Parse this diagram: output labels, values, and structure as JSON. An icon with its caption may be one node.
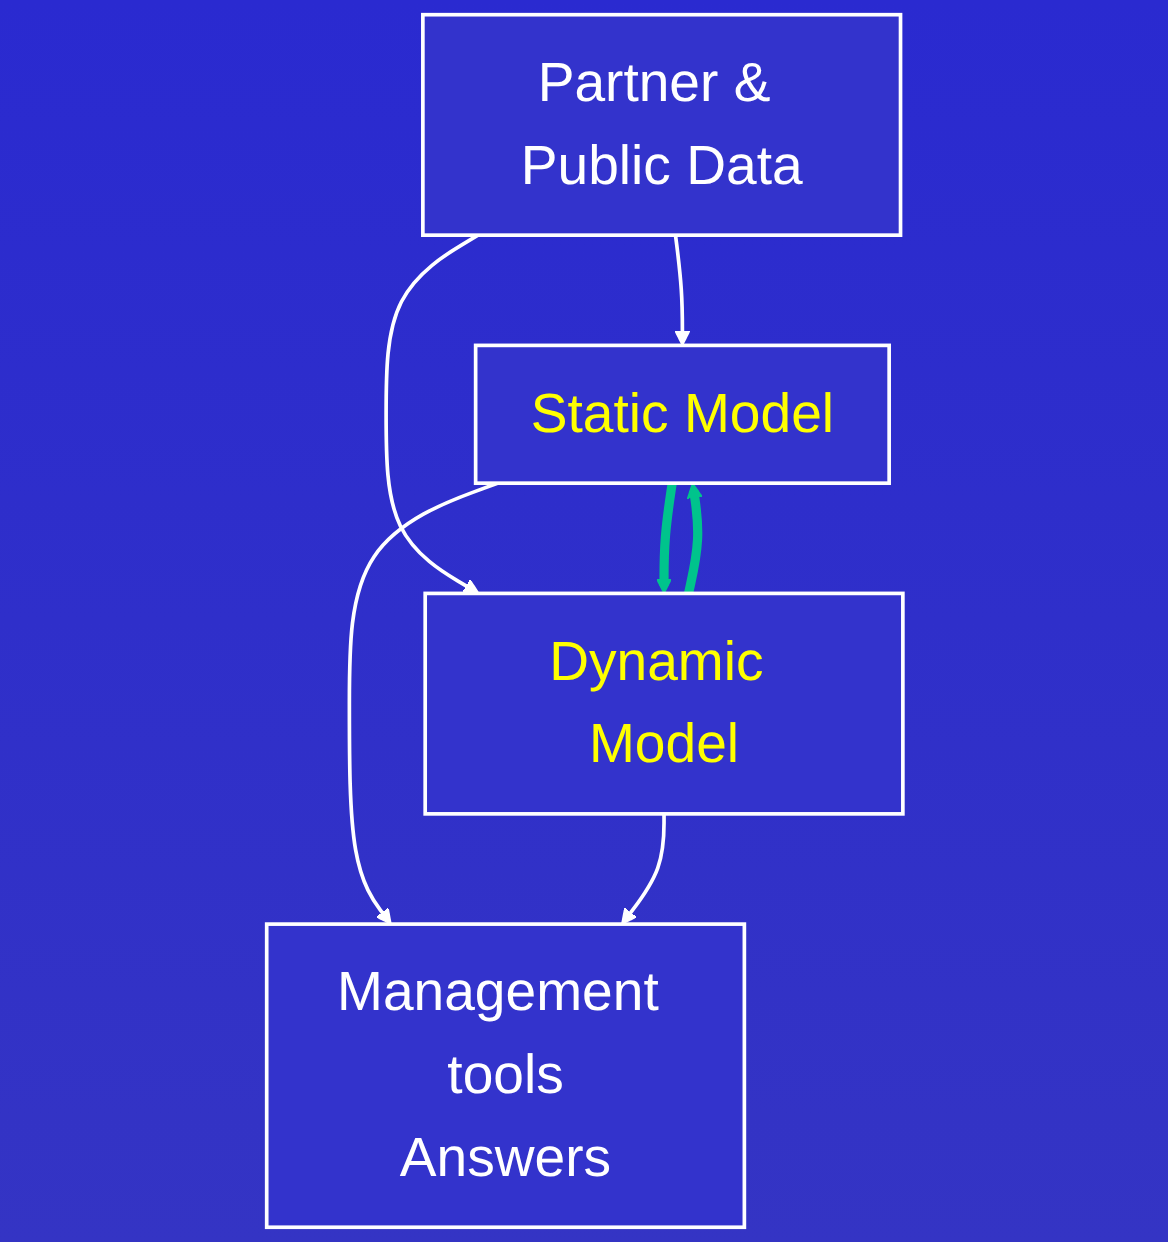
{
  "diagram": {
    "nodes": [
      {
        "text": [
          "Partner & Public Data"
        ]
      },
      {
        "text": [
          "Static Model"
        ]
      },
      {
        "text": [
          "Dynamic Model"
        ]
      },
      {
        "text": [
          "Management tools",
          "Answers"
        ]
      }
    ],
    "edges": [
      {
        "from": 0,
        "to": 1,
        "arrow": "to"
      },
      {
        "from": 0,
        "to": 2,
        "arrow": "to"
      },
      {
        "from": 2,
        "to": 1,
        "arrow": "to",
        "style": "thick",
        "color": "#00c48c"
      },
      {
        "from": 1,
        "to": 2,
        "arrow": "to",
        "style": "thick",
        "color": "#00c48c"
      },
      {
        "from": 1,
        "to": 3,
        "arrow": "to"
      },
      {
        "from": 2,
        "to": 3,
        "arrow": "to"
      }
    ]
  }
}
